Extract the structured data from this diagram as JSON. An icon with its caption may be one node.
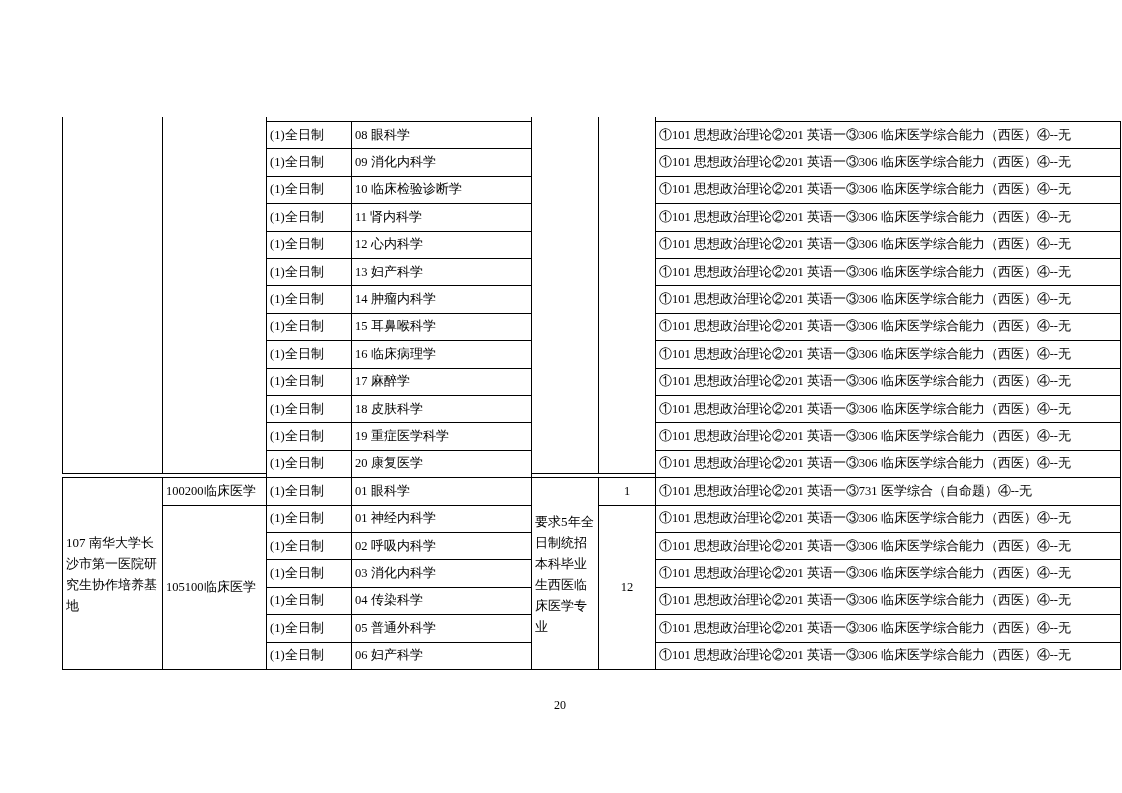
{
  "diagram": {
    "labels": [
      "(1)全日制",
      "08 眼科学",
      "①101 思想政治理论②201 英语一③306 临床医学综合能力（西医）④--无",
      "(1)全日制",
      "09 消化内科学",
      "①101 思想政治理论②201 英语一③306 临床医学综合能力（西医）④--无",
      "(1)全日制",
      "10 临床检验诊断学",
      "①101 思想政治理论②201 英语一③306 临床医学综合能力（西医）④--无",
      "(1)全日制",
      "11 肾内科学",
      "①101 思想政治理论②201 英语一③306 临床医学综合能力（西医）④--无",
      "(1)全日制",
      "12 心内科学",
      "①101 思想政治理论②201 英语一③306 临床医学综合能力（西医）④--无",
      "(1)全日制",
      "13 妇产科学",
      "①101 思想政治理论②201 英语一③306 临床医学综合能力（西医）④--无",
      "(1)全日制",
      "14 肿瘤内科学",
      "①101 思想政治理论②201 英语一③306 临床医学综合能力（西医）④--无",
      "(1)全日制",
      "15 耳鼻喉科学",
      "①101 思想政治理论②201 英语一③306 临床医学综合能力（西医）④--无",
      "(1)全日制",
      "16 临床病理学",
      "①101 思想政治理论②201 英语一③306 临床医学综合能力（西医）④--无",
      "(1)全日制",
      "17 麻醉学",
      "①101 思想政治理论②201 英语一③306 临床医学综合能力（西医）④--无",
      "(1)全日制",
      "18 皮肤科学",
      "①101 思想政治理论②201 英语一③306 临床医学综合能力（西医）④--无",
      "(1)全日制",
      "19 重症医学科学",
      "①101 思想政治理论②201 英语一③306 临床医学综合能力（西医）④--无",
      "(1)全日制",
      "20 康复医学",
      "①101 思想政治理论②201 英语一③306 临床医学综合能力（西医）④--无",
      "107 南华大学长沙市第一医院研究生协作培养基地",
      "100200临床医学",
      "(1)全日制",
      "01 眼科学",
      "要求5年全日制统招本科毕业生西医临床医学专业",
      "1",
      "①101 思想政治理论②201 英语一③731 医学综合（自命题）④--无",
      "105100临床医学",
      "(1)全日制",
      "01 神经内科学",
      "12",
      "①101 思想政治理论②201 英语一③306 临床医学综合能力（西医）④--无",
      "(1)全日制",
      "02 呼吸内科学",
      "①101 思想政治理论②201 英语一③306 临床医学综合能力（西医）④--无",
      "(1)全日制",
      "03 消化内科学",
      "①101 思想政治理论②201 英语一③306 临床医学综合能力（西医）④--无",
      "(1)全日制",
      "04 传染科学",
      "①101 思想政治理论②201 英语一③306 临床医学综合能力（西医）④--无",
      "(1)全日制",
      "05 普通外科学",
      "①101 思想政治理论②201 英语一③306 临床医学综合能力（西医）④--无",
      "(1)全日制",
      "06 妇产科学",
      "①101 思想政治理论②201 英语一③306 临床医学综合能力（西医）④--无",
      "20"
    ]
  }
}
